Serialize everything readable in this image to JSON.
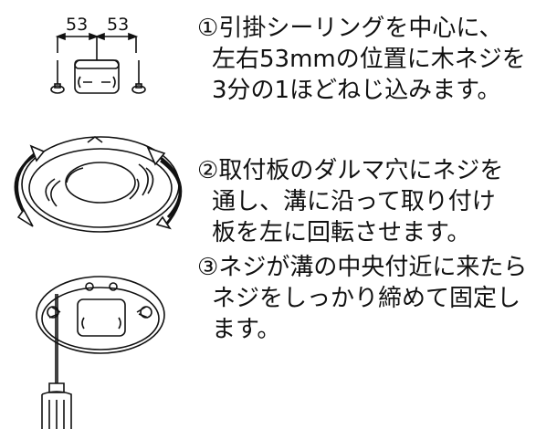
{
  "steps": [
    {
      "number": "①",
      "lines": [
        "引掛シーリングを中心に、",
        "左右53mmの位置に木ネジを",
        "3分の1ほどねじ込みます。"
      ]
    },
    {
      "number": "②",
      "lines": [
        "取付板のダルマ穴にネジを",
        "通し、溝に沿って取り付け",
        "板を左に回転させます。"
      ]
    },
    {
      "number": "③",
      "lines": [
        "ネジが溝の中央付近に来たら",
        "ネジをしっかり締めて固定し",
        "ます。"
      ]
    }
  ],
  "figure1": {
    "dim_left": "53",
    "dim_right": "53"
  }
}
